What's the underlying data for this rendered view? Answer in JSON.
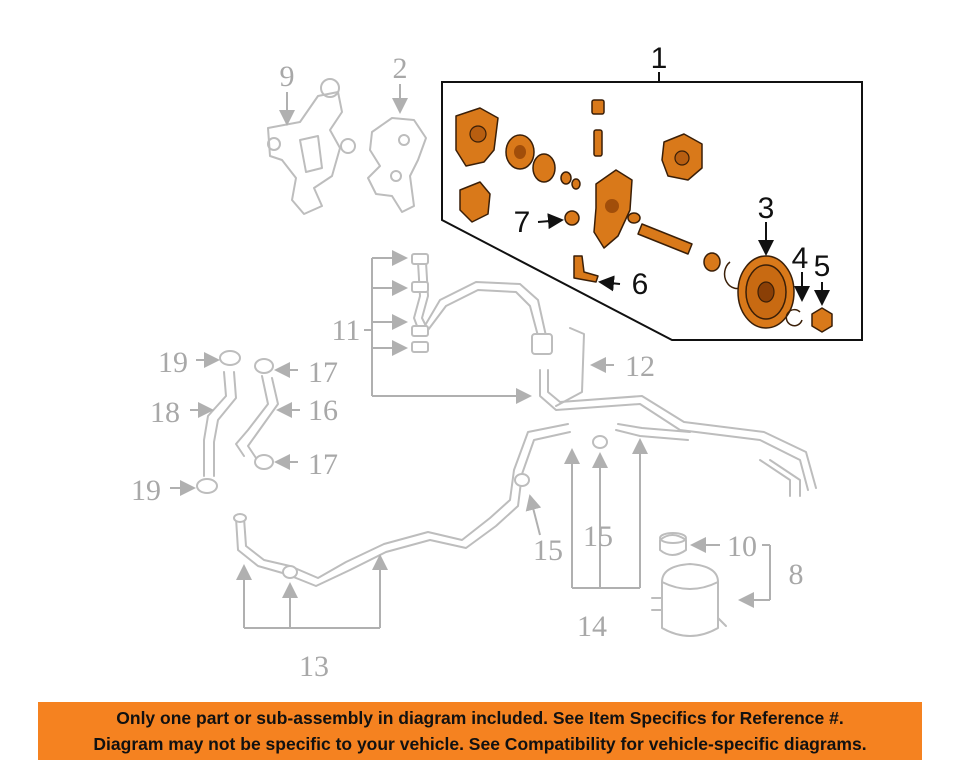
{
  "callouts": {
    "c1": "1",
    "c2": "2",
    "c3": "3",
    "c4": "4",
    "c5": "5",
    "c6": "6",
    "c7": "7",
    "c8": "8",
    "c9": "9",
    "c10": "10",
    "c11": "11",
    "c12": "12",
    "c13": "13",
    "c14": "14",
    "c15a": "15",
    "c15b": "15",
    "c16": "16",
    "c17a": "17",
    "c17b": "17",
    "c18": "18",
    "c19a": "19",
    "c19b": "19"
  },
  "colors": {
    "highlight": "#f58220",
    "part_orange": "#d9791a",
    "ghost_gray": "#bdbdbd"
  },
  "banner": {
    "line1": "Only one part or sub-assembly in diagram included. See Item Specifics for Reference #.",
    "line2": "Diagram may not be specific to your vehicle. See Compatibility for vehicle-specific diagrams."
  }
}
